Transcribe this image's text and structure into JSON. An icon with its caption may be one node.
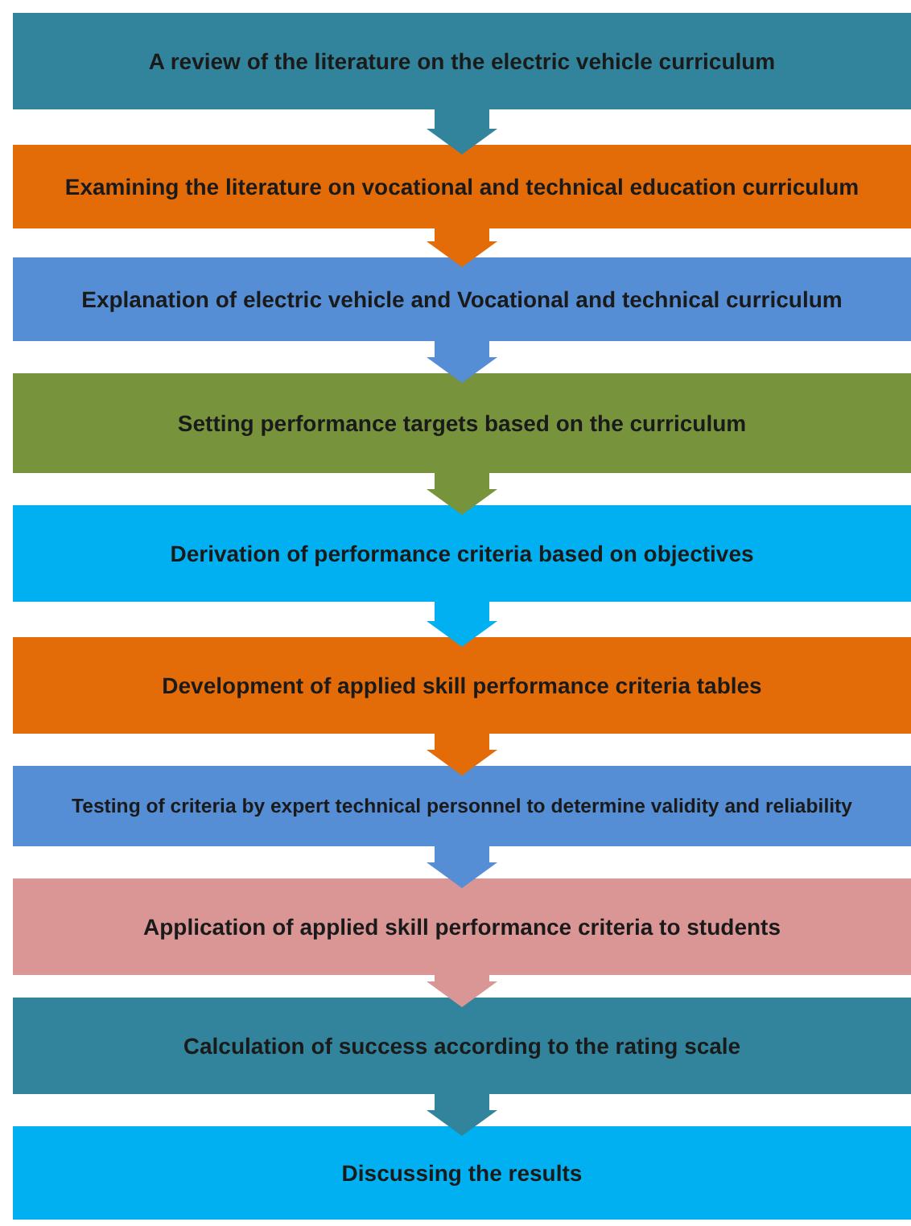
{
  "diagram": {
    "nodes": [
      {
        "text": [
          "A review of the literature on the electric vehicle curriculum"
        ]
      },
      {
        "text": [
          "Examining the literature on vocational and technical education curriculum"
        ]
      },
      {
        "text": [
          "Explanation of electric vehicle and Vocational and technical curriculum"
        ]
      },
      {
        "text": [
          "Setting performance targets based on the curriculum"
        ]
      },
      {
        "text": [
          "Derivation of performance criteria based on objectives"
        ]
      },
      {
        "text": [
          "Development of applied skill performance criteria tables"
        ]
      },
      {
        "text": [
          "Testing of criteria by expert technical personnel to determine validity and reliability"
        ]
      },
      {
        "text": [
          "Application of applied skill performance criteria to students"
        ]
      },
      {
        "text": [
          "Calculation of success according to the rating scale"
        ]
      },
      {
        "text": [
          "Discussing the results"
        ]
      }
    ],
    "edges": [
      {
        "from": 0,
        "to": 1,
        "arrow": "to",
        "color": "#31849b"
      },
      {
        "from": 1,
        "to": 2,
        "arrow": "to",
        "color": "#e36c09"
      },
      {
        "from": 2,
        "to": 3,
        "arrow": "to",
        "color": "#558ed5"
      },
      {
        "from": 3,
        "to": 4,
        "arrow": "to",
        "color": "#77933c"
      },
      {
        "from": 4,
        "to": 5,
        "arrow": "to",
        "color": "#00b0f0"
      },
      {
        "from": 5,
        "to": 6,
        "arrow": "to",
        "color": "#e36c09"
      },
      {
        "from": 6,
        "to": 7,
        "arrow": "to",
        "color": "#558ed5"
      },
      {
        "from": 7,
        "to": 8,
        "arrow": "to",
        "color": "#d99694"
      },
      {
        "from": 8,
        "to": 9,
        "arrow": "to",
        "color": "#31849b"
      }
    ]
  }
}
